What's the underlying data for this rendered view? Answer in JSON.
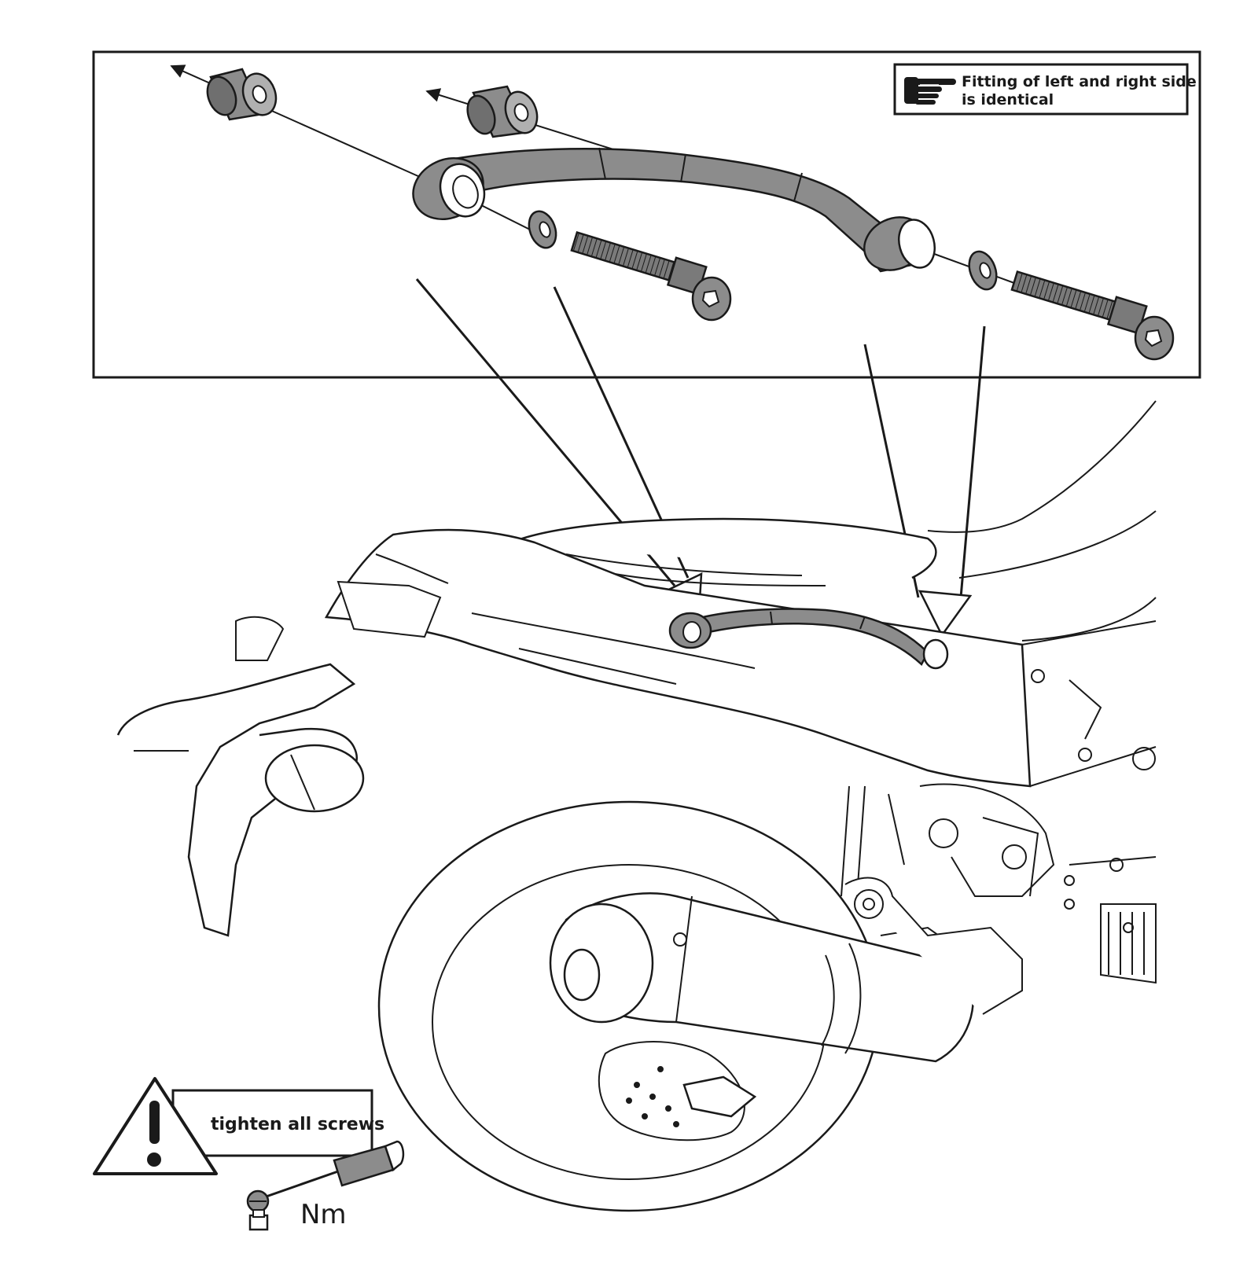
{
  "note": {
    "icon": "pointing-hand-icon",
    "line1": "Fitting of left and right side",
    "line2": "is identical"
  },
  "warning": {
    "icon": "warning-triangle-icon",
    "text": "tighten all screws"
  },
  "torque": {
    "icon": "torque-wrench-icon",
    "unit": "Nm"
  },
  "colors": {
    "line": "#1a1a1a",
    "part_fill": "#8c8c8c",
    "part_dark": "#6f6f6f",
    "background": "#ffffff"
  }
}
